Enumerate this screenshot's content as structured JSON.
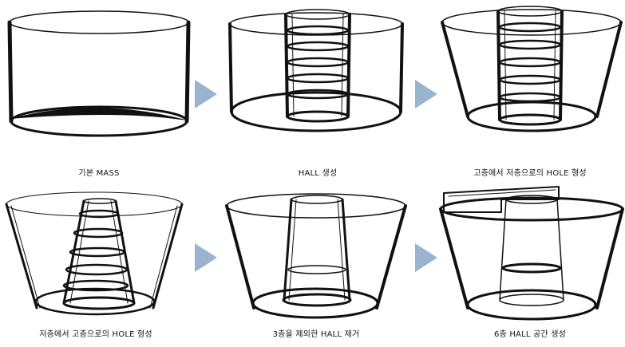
{
  "diagram": {
    "title": "",
    "steps": [
      {
        "id": "step1",
        "caption": "기본 MASS"
      },
      {
        "id": "step2",
        "caption": "HALL 생성"
      },
      {
        "id": "step3",
        "caption": "고층에서 저층으로의 HOLE 형성"
      },
      {
        "id": "step4",
        "caption": "저층에서 고층으로의 HOLE 형성"
      },
      {
        "id": "step5",
        "caption": "3층을 제외한 HALL 제거"
      },
      {
        "id": "step6",
        "caption": "6층 HALL 공간 생성"
      }
    ],
    "arrow_color": "#9ab4d0",
    "line_color": "#111111"
  }
}
